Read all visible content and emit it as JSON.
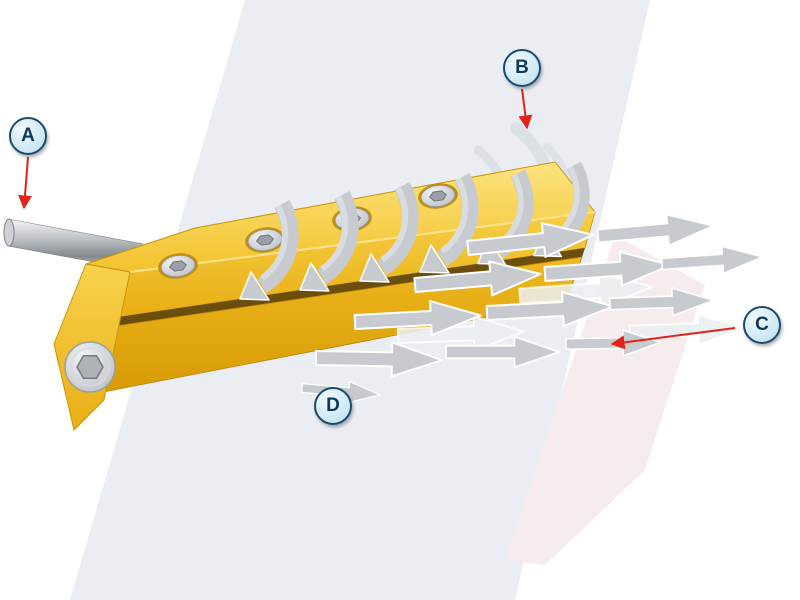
{
  "diagram": {
    "callouts": [
      {
        "label": "A"
      },
      {
        "label": "B"
      },
      {
        "label": "C"
      },
      {
        "label": "D"
      }
    ],
    "colors": {
      "body_light": "#FCE47E",
      "body": "#F3C22C",
      "body_dark": "#D79A05",
      "arrow_gray": "#C7CBD0",
      "callout_fill": "#C9E6F4",
      "callout_border": "#1A4A6E",
      "callout_text": "#0D3A5C",
      "pointer_red": "#E2231A",
      "background_band": "#EAEEF3",
      "background_band_accent": "#F6ECEE"
    }
  }
}
